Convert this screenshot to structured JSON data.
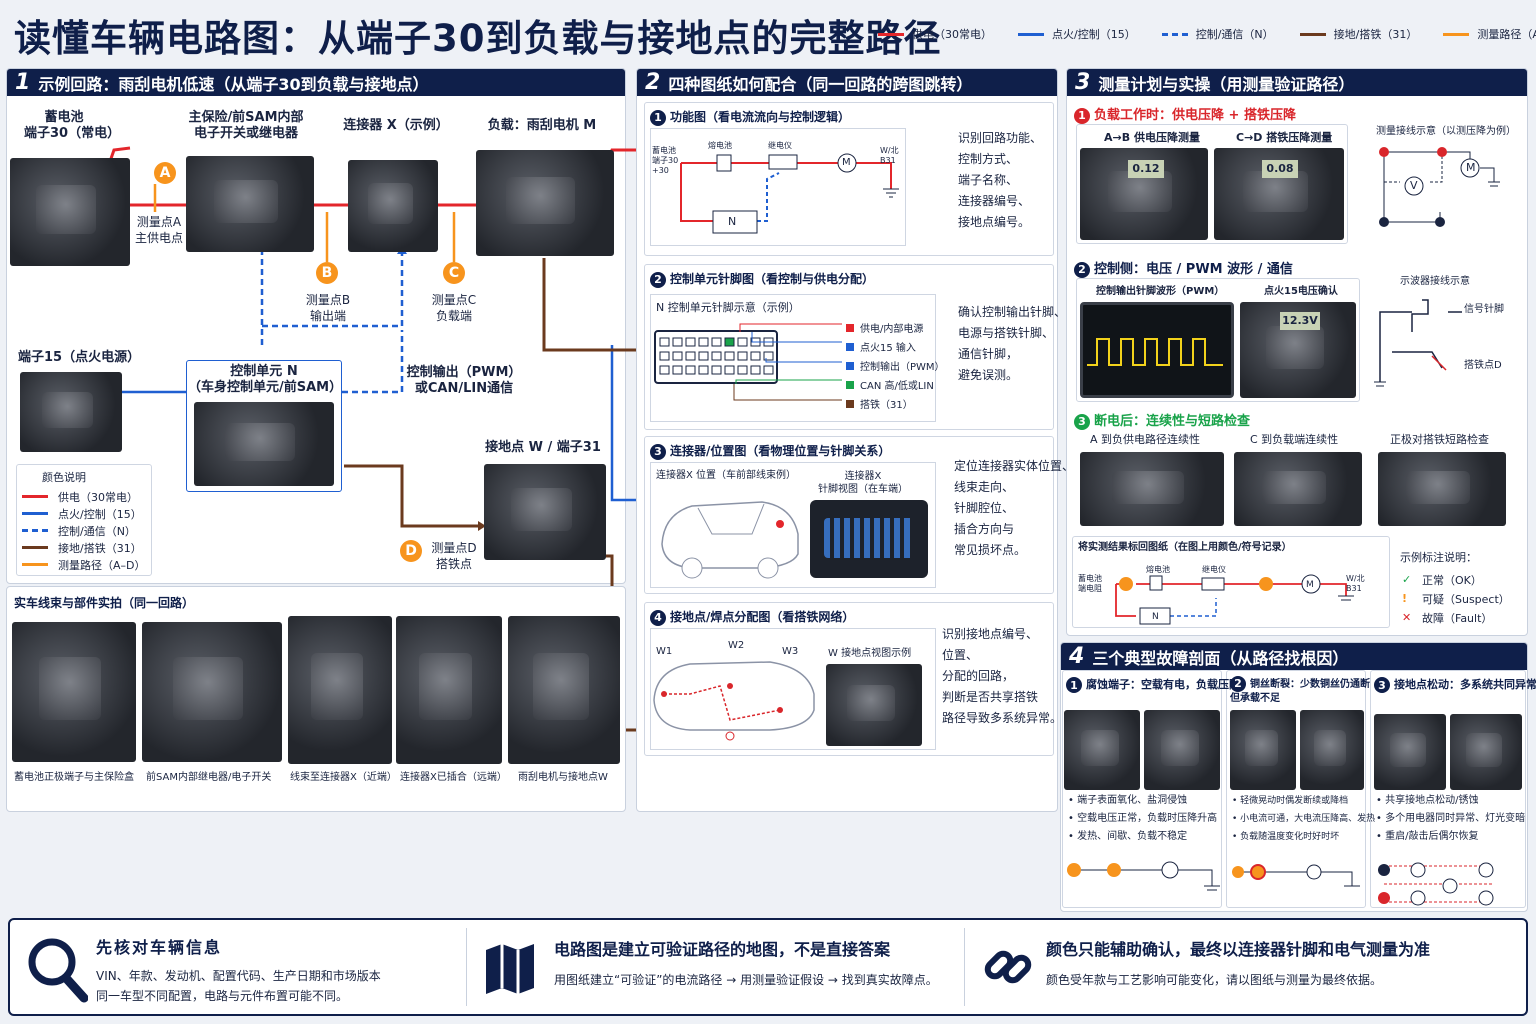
{
  "title": "读懂车辆电路图：从端子30到负载与接地点的完整路径",
  "top_legend": [
    {
      "label": "供电（30常电）",
      "color": "#e3262b",
      "style": "solid"
    },
    {
      "label": "点火/控制（15）",
      "color": "#1f5fd1",
      "style": "solid"
    },
    {
      "label": "控制/通信（N）",
      "color": "#1f5fd1",
      "style": "dashed"
    },
    {
      "label": "接地/搭铁（31）",
      "color": "#6b3a1e",
      "style": "solid"
    },
    {
      "label": "测量路径（A–D）",
      "color": "#f7941d",
      "style": "solid"
    }
  ],
  "p1": {
    "num": "1",
    "title": "示例回路：雨刮电机低速（从端子30到负载与接地点）",
    "battery": "蓄电池\n端子30（常电）",
    "fuse": "主保险/前SAM内部\n电子开关或继电器",
    "connector": "连接器 X（示例）",
    "load": "负载：雨刮电机 M",
    "pa": "测量点A\n主供电点",
    "pb": "测量点B\n输出端",
    "pc": "测量点C\n负载端",
    "pd": "测量点D\n搭铁点",
    "t15": "端子15（点火电源）",
    "ctrl": "控制单元 N\n（车身控制单元/前SAM）",
    "pwm": "控制输出（PWM）\n或CAN/LIN通信",
    "ground": "接地点 W / 端子31",
    "legend_title": "颜色说明",
    "legend": [
      "供电（30常电）",
      "点火/控制（15）",
      "控制/通信（N）",
      "接地/搭铁（31）",
      "测量路径（A–D）"
    ],
    "letters": [
      "A",
      "B",
      "C",
      "D"
    ],
    "real_title": "实车线束与部件实拍（同一回路）",
    "real_captions": [
      "蓄电池正极端子与主保险盒",
      "前SAM内部继电器/电子开关",
      "线束至连接器X（近端）",
      "连接器X已插合（远端）",
      "雨刮电机与接地点W"
    ]
  },
  "p2": {
    "num": "2",
    "title": "四种图纸如何配合（同一回路的跨图跳转）",
    "s1_title": "功能图（看电流流向与控制逻辑）",
    "s1_labels": {
      "bat": "蓄电池\n端子30\n+30",
      "fuse": "熔电池",
      "relay": "继电仪",
      "m": "M",
      "w": "W/北\nB31",
      "n": "N"
    },
    "s1_desc": [
      "识别回路功能、",
      "控制方式、",
      "端子名称、",
      "连接器编号、",
      "接地点编号。"
    ],
    "s2_title": "控制单元针脚图（看控制与供电分配）",
    "s2_sub": "N 控制单元针脚示意（示例）",
    "s2_pins": [
      {
        "label": "供电/内部电源",
        "color": "#e3262b"
      },
      {
        "label": "点火15 输入",
        "color": "#1f5fd1"
      },
      {
        "label": "控制输出（PWM）",
        "color": "#1f5fd1"
      },
      {
        "label": "CAN 高/低或LIN",
        "color": "#19a34a"
      },
      {
        "label": "搭铁（31）",
        "color": "#6b3a1e"
      }
    ],
    "s2_desc": [
      "确认控制输出针脚、",
      "电源与搭铁针脚、",
      "通信针脚，",
      "避免误测。"
    ],
    "s3_title": "连接器/位置图（看物理位置与针脚关系）",
    "s3_sub1": "连接器X 位置（车前部线束例）",
    "s3_sub2": "连接器X\n针脚视图（在车端）",
    "s3_desc": [
      "定位连接器实体位置、",
      "线束走向、",
      "针脚腔位、",
      "插合方向与",
      "常见损坏点。"
    ],
    "s4_title": "接地点/焊点分配图（看搭铁网络）",
    "s4_w": [
      "W1",
      "W2",
      "W3"
    ],
    "s4_sub": "W 接地点视图示例",
    "s4_desc": [
      "识别接地点编号、",
      "位置、",
      "分配的回路，",
      "判断是否共享搭铁",
      "路径导致多系统异常。"
    ]
  },
  "p3": {
    "num": "3",
    "title": "测量计划与实操（用测量验证路径）",
    "s1_title": "负载工作时：供电压降 + 搭铁压降",
    "s1_a": "A→B 供电压降测量",
    "s1_b": "C→D 搭铁压降测量",
    "s1_c": "测量接线示意（以测压降为例）",
    "meter1": "0.12",
    "meter2": "0.08",
    "s2_title": "控制侧：电压 / PWM 波形 / 通信",
    "s2_a": "控制输出针脚波形（PWM）",
    "s2_b": "点火15电压确认",
    "s2_c": "示波器接线示意",
    "meter3": "12.3V",
    "s2_sig": "信号针脚",
    "s2_gnd": "搭铁点D",
    "s3_title": "断电后：连续性与短路检查",
    "s3_a": "A 到负供电路径连续性",
    "s3_b": "C 到负载端连续性",
    "s3_c": "正极对搭铁短路检查",
    "mark_title": "将实测结果标回图纸（在图上用颜色/符号记录）",
    "mark_labels": {
      "bat": "蓄电池\n端电阻",
      "fuse": "熔电池",
      "relay": "继电仪",
      "w": "W/北\nB31",
      "n": "N",
      "m": "M"
    },
    "note_title": "示例标注说明：",
    "notes": [
      {
        "mark": "✓",
        "label": "正常（OK）",
        "color": "#19a34a"
      },
      {
        "mark": "!",
        "label": "可疑（Suspect）",
        "color": "#f7941d"
      },
      {
        "mark": "✕",
        "label": "故障（Fault）",
        "color": "#d9262b"
      }
    ]
  },
  "p4": {
    "num": "4",
    "title": "三个典型故障剖面（从路径找根因）",
    "f1_title": "腐蚀端子：空载有电，负载压降",
    "f1_items": [
      "端子表面氧化、盐洞侵蚀",
      "空载电压正常，负载时压降升高",
      "发热、间歇、负载不稳定"
    ],
    "f2_title": "铜丝断裂：少数铜丝仍通断\n但承载不足",
    "f2_items": [
      "轻微晃动时偶发断续或降档",
      "小电流可通，大电流压降高、发热",
      "负载随温度变化时好时坏"
    ],
    "f3_title": "接地点松动：多系统共同异常",
    "f3_items": [
      "共享接地点松动/锈蚀",
      "多个用电器同时异常、灯光变暗",
      "重启/敲击后偶尔恢复"
    ]
  },
  "bottom": [
    {
      "title": "先核对车辆信息",
      "lines": [
        "VIN、年款、发动机、配置代码、生产日期和市场版本",
        "同一车型不同配置，电路与元件布置可能不同。"
      ]
    },
    {
      "title": "电路图是建立可验证路径的地图，不是直接答案",
      "lines": [
        "用图纸建立“可验证”的电流路径 → 用测量验证假设 → 找到真实故障点。"
      ]
    },
    {
      "title": "颜色只能辅助确认，最终以连接器针脚和电气测量为准",
      "lines": [
        "颜色受年款与工艺影响可能变化，请以图纸与测量为最终依据。"
      ]
    }
  ]
}
